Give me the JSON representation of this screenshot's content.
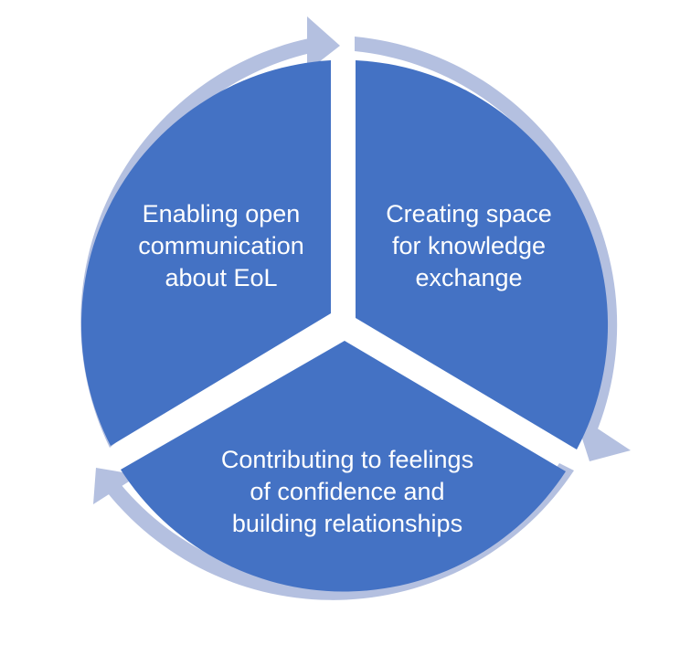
{
  "diagram": {
    "type": "cycle",
    "colors": {
      "segment": "#4472C4",
      "arrow_ring": "#B4C0E0",
      "gap": "#FFFFFF",
      "text": "#FFFFFF"
    },
    "segments": [
      {
        "lines": [
          "Enabling open",
          "communication",
          "about EoL"
        ]
      },
      {
        "lines": [
          "Creating space",
          "for knowledge",
          "exchange"
        ]
      },
      {
        "lines": [
          "Contributing to feelings",
          "of confidence and",
          "building relationships"
        ]
      }
    ]
  }
}
